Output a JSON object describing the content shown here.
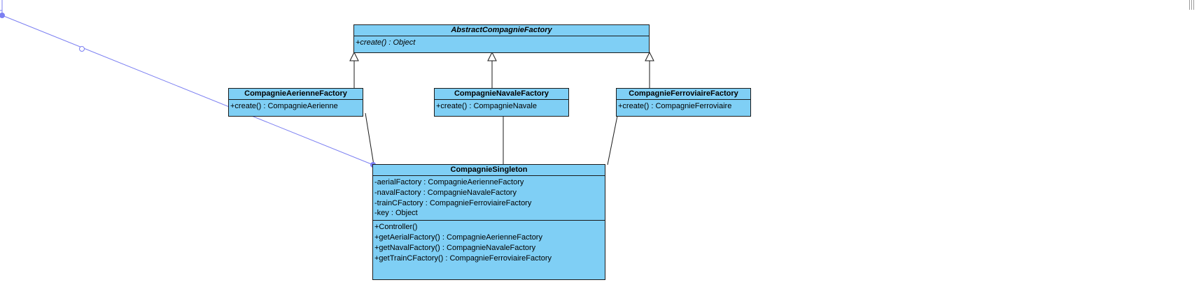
{
  "diagram": {
    "classes": {
      "abstract_factory": {
        "name": "AbstractCompagnieFactory",
        "operations": [
          "+create() : Object"
        ]
      },
      "aerienne_factory": {
        "name": "CompagnieAerienneFactory",
        "operations": [
          "+create() : CompagnieAerienne"
        ]
      },
      "navale_factory": {
        "name": "CompagnieNavaleFactory",
        "operations": [
          "+create() : CompagnieNavale"
        ]
      },
      "ferroviaire_factory": {
        "name": "CompagnieFerroviaireFactory",
        "operations": [
          "+create() : CompagnieFerroviaire"
        ]
      },
      "singleton": {
        "name": "CompagnieSingleton",
        "attributes": [
          "-aerialFactory : CompagnieAerienneFactory",
          "-navalFactory : CompagnieNavaleFactory",
          "-trainCFactory : CompagnieFerroviaireFactory",
          "-key : Object"
        ],
        "operations": [
          "+Controller()",
          "+getAerialFactory() : CompagnieAerienneFactory",
          "+getNavalFactory() : CompagnieNavaleFactory",
          "+getTrainCFactory() : CompagnieFerroviaireFactory"
        ]
      }
    },
    "colors": {
      "class_fill": "#7fcff5",
      "border": "#1a1a1a",
      "selection_line": "#7b7ff2"
    },
    "relations": [
      {
        "type": "generalization",
        "from": "CompagnieAerienneFactory",
        "to": "AbstractCompagnieFactory"
      },
      {
        "type": "generalization",
        "from": "CompagnieNavaleFactory",
        "to": "AbstractCompagnieFactory"
      },
      {
        "type": "generalization",
        "from": "CompagnieFerroviaireFactory",
        "to": "AbstractCompagnieFactory"
      },
      {
        "type": "association",
        "from": "CompagnieSingleton",
        "to": "CompagnieAerienneFactory"
      },
      {
        "type": "association",
        "from": "CompagnieSingleton",
        "to": "CompagnieNavaleFactory"
      },
      {
        "type": "association",
        "from": "CompagnieSingleton",
        "to": "CompagnieFerroviaireFactory"
      }
    ]
  }
}
